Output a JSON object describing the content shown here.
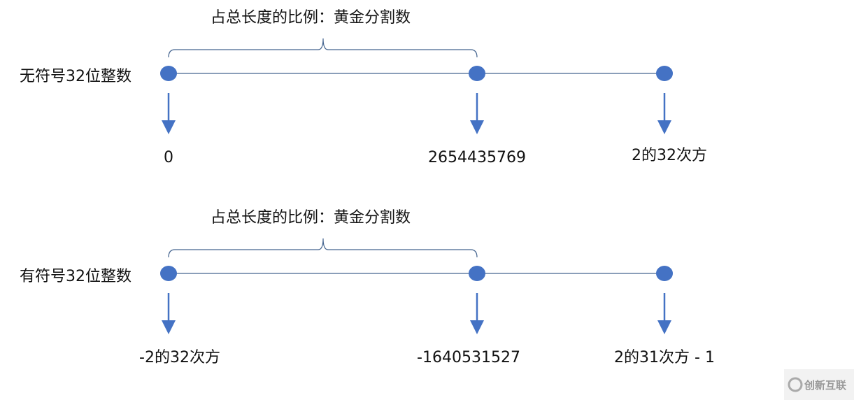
{
  "colors": {
    "accent": "#4472C4",
    "line": "#44648f",
    "dot": "#4472C4"
  },
  "rows": [
    {
      "label": "无符号32位整数",
      "caption": "占总长度的比例：黄金分割数",
      "points": [
        "0",
        "2654435769",
        "2的32次方"
      ]
    },
    {
      "label": "有符号32位整数",
      "caption": "占总长度的比例：黄金分割数",
      "points": [
        "-2的32次方",
        "-1640531527",
        "2的31次方 - 1"
      ]
    }
  ],
  "watermark": {
    "text": "创新互联",
    "icon": "logo-x-icon"
  }
}
